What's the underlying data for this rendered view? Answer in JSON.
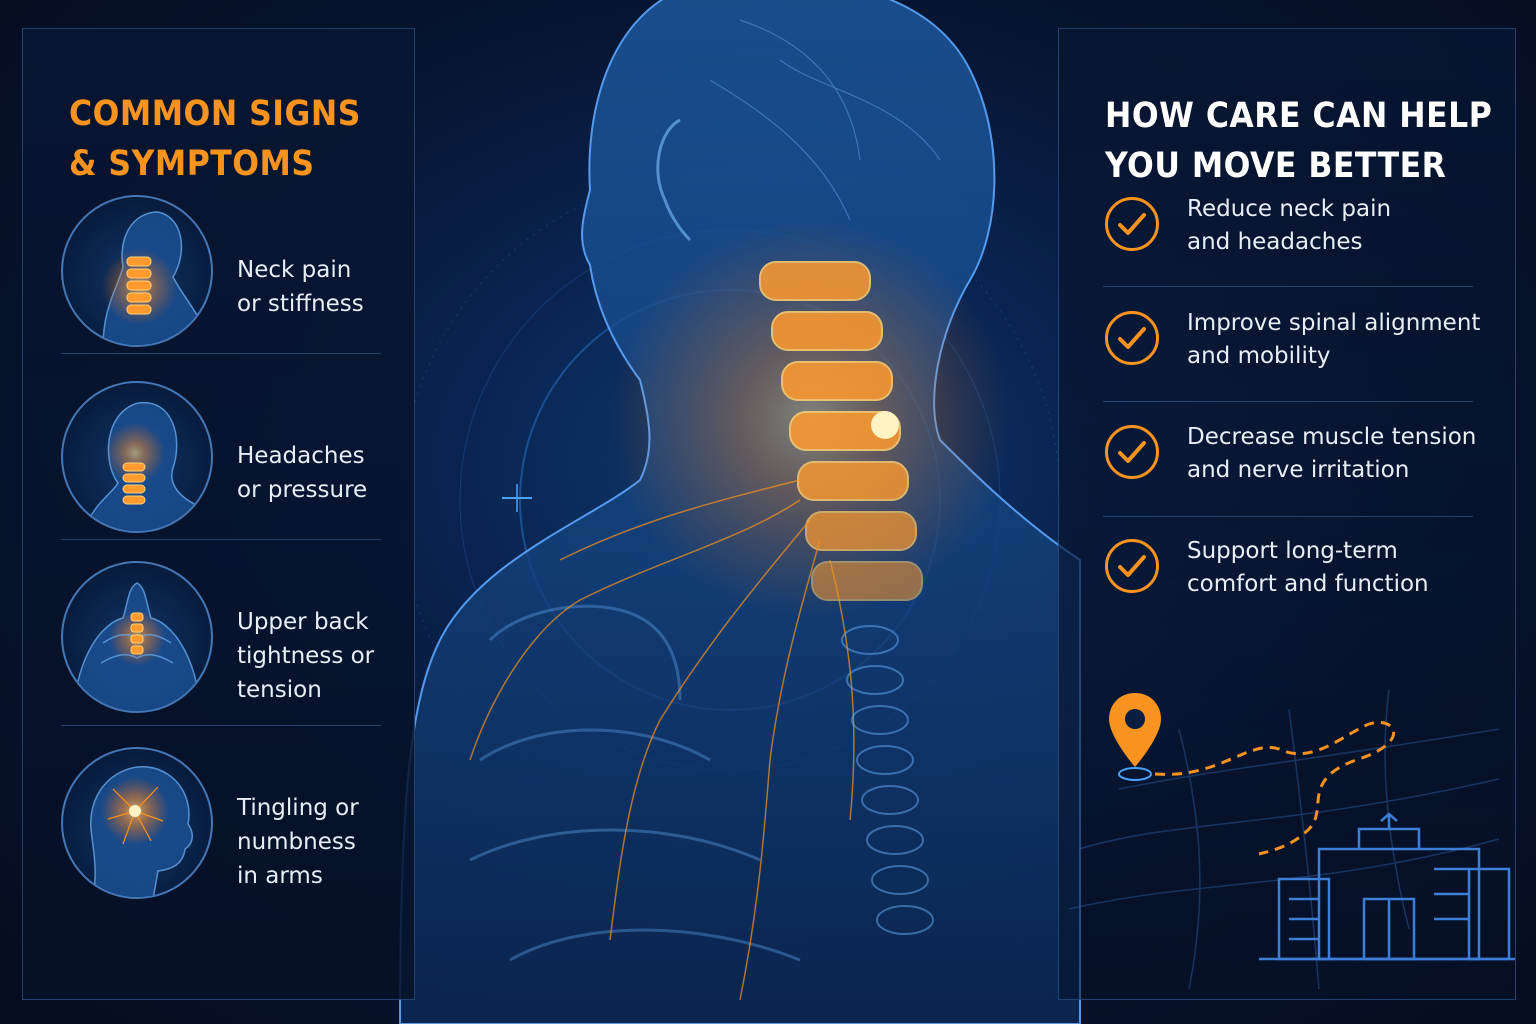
{
  "symptoms_panel": {
    "title": "COMMON SIGNS\n& SYMPTOMS",
    "items": [
      {
        "label": "Neck pain\nor stiffness",
        "icon": "neck-spine-icon"
      },
      {
        "label": "Headaches\nor pressure",
        "icon": "head-pressure-icon"
      },
      {
        "label": "Upper back\ntightness or\ntension",
        "icon": "upper-back-icon"
      },
      {
        "label": "Tingling or\nnumbness\nin arms",
        "icon": "brain-nerve-icon"
      }
    ]
  },
  "benefits_panel": {
    "title": "HOW CARE CAN HELP\nYOU MOVE BETTER",
    "items": [
      {
        "text": "Reduce neck pain\nand headaches"
      },
      {
        "text": "Improve spinal alignment\nand mobility"
      },
      {
        "text": "Decrease muscle tension\nand nerve irritation"
      },
      {
        "text": "Support long-term\ncomfort and function"
      }
    ]
  },
  "colors": {
    "accent": "#f7931e",
    "background": "#07142f",
    "line": "#4a7cc0"
  }
}
